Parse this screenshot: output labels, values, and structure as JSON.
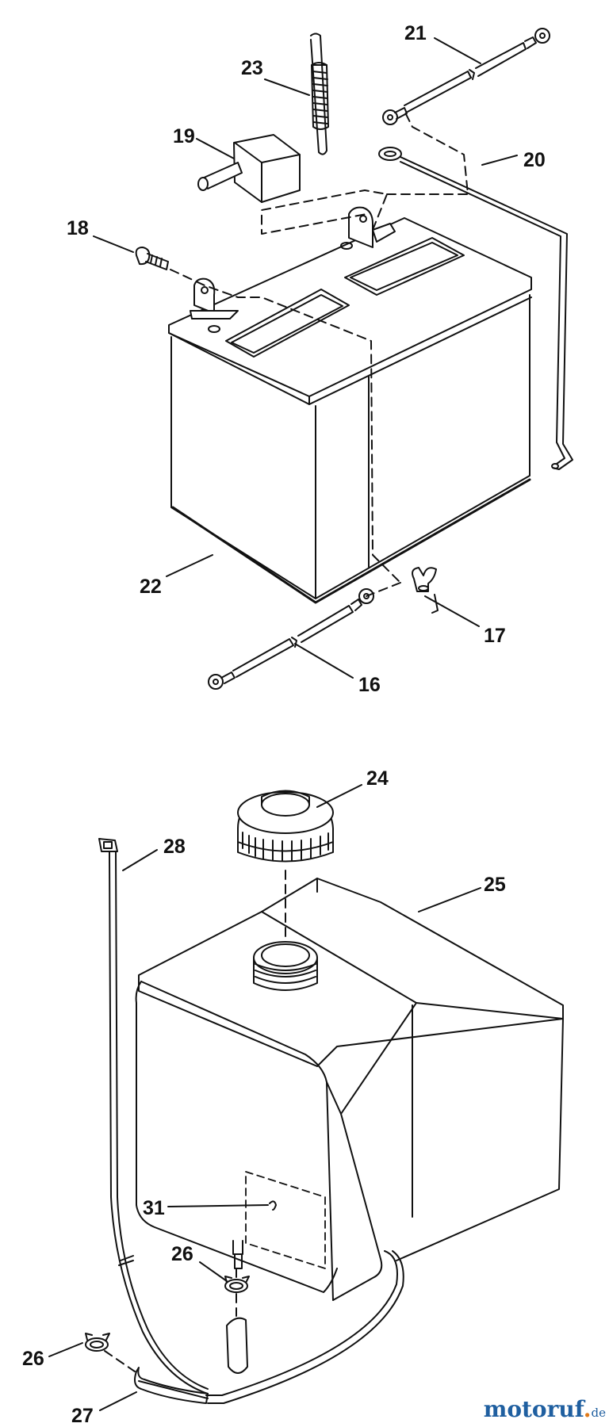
{
  "diagram": {
    "type": "exploded parts diagram",
    "parts": [
      {
        "id": "16",
        "label": "16",
        "depicts": "battery cable (negative)"
      },
      {
        "id": "17",
        "label": "17",
        "depicts": "wing nut"
      },
      {
        "id": "18",
        "label": "18",
        "depicts": "bolt"
      },
      {
        "id": "19",
        "label": "19",
        "depicts": "terminal cover"
      },
      {
        "id": "20",
        "label": "20",
        "depicts": "battery hold-down rod"
      },
      {
        "id": "21",
        "label": "21",
        "depicts": "battery cable (positive)"
      },
      {
        "id": "22",
        "label": "22",
        "depicts": "battery"
      },
      {
        "id": "23",
        "label": "23",
        "depicts": "vent tube"
      },
      {
        "id": "24",
        "label": "24",
        "depicts": "fuel cap"
      },
      {
        "id": "25",
        "label": "25",
        "depicts": "fuel tank"
      },
      {
        "id": "26a",
        "label": "26",
        "depicts": "hose clamp"
      },
      {
        "id": "26b",
        "label": "26",
        "depicts": "hose clamp"
      },
      {
        "id": "27",
        "label": "27",
        "depicts": "fuel hose"
      },
      {
        "id": "28",
        "label": "28",
        "depicts": "cable tie"
      },
      {
        "id": "31",
        "label": "31",
        "depicts": "decal"
      }
    ]
  },
  "watermark": {
    "brand_main": "motoruf",
    "brand_dot": ".",
    "brand_tld": "de"
  },
  "colors": {
    "line": "#111111",
    "background": "#ffffff",
    "watermark_blue": "#1f5fa0",
    "watermark_orange": "#e07a1a"
  }
}
